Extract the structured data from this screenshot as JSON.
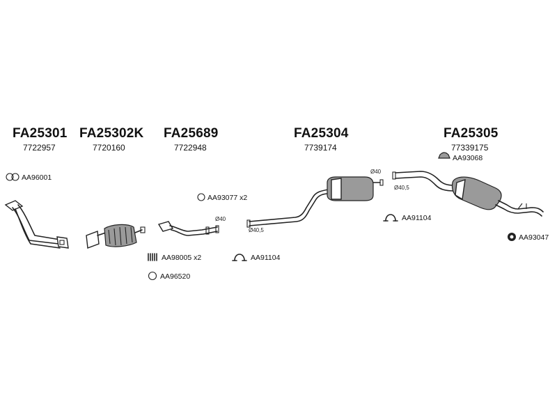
{
  "sections": [
    {
      "code": "FA25301",
      "number": "7722957"
    },
    {
      "code": "FA25302K",
      "number": "7720160"
    },
    {
      "code": "FA25689",
      "number": "7722948"
    },
    {
      "code": "FA25304",
      "number": "7739174"
    },
    {
      "code": "FA25305",
      "number": "77339175"
    }
  ],
  "parts": {
    "gasket_aa96001": "AA96001",
    "ring_aa93077": "AA93077 x2",
    "spring_aa98005": "AA98005 x2",
    "ring_aa96520": "AA96520",
    "clamp_aa91104_left": "AA91104",
    "clamp_aa91104_right": "AA91104",
    "hanger_aa93068": "AA93068",
    "mount_aa93047": "AA93047"
  },
  "diameters": {
    "d40_front": "Ø40",
    "d40_5_center": "Ø40,5",
    "d40_center_top": "Ø40",
    "d40_5_rear": "Ø40,5"
  }
}
